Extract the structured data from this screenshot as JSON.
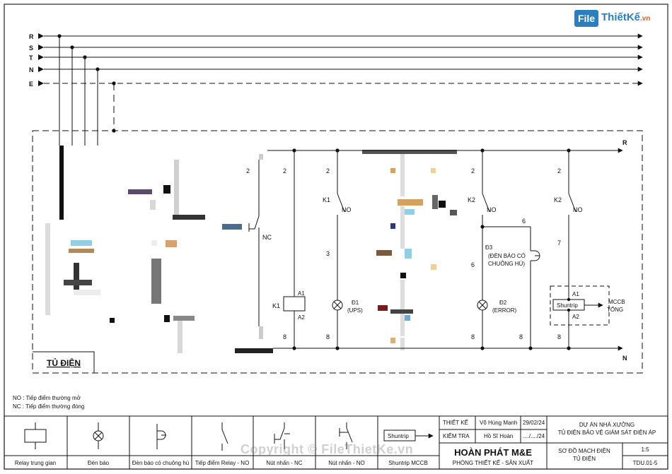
{
  "brand": {
    "logo_mark": "File",
    "name": "ThiếtKế",
    "suffix": ".vn"
  },
  "watermark": "Copyright © FileThietKe.vn",
  "phases": [
    "R",
    "S",
    "T",
    "N",
    "E"
  ],
  "panel": {
    "title": "TỦ ĐIỆN",
    "bus_top": "R",
    "bus_bottom": "N"
  },
  "circuit": {
    "contact_nc_label": "NC",
    "wire_2": "2",
    "wire_3": "3",
    "wire_6": "6",
    "wire_7": "7",
    "wire_8": "8",
    "k1": "K1",
    "k2": "K2",
    "no": "NO",
    "a1": "A1",
    "a2": "A2",
    "d1_name": "Đ1",
    "d1_sub": "(UPS)",
    "d2_name": "Đ2",
    "d2_sub": "(ERROR)",
    "d3_name": "Đ3",
    "d3_l1": "(ĐÈN BÁO CÓ",
    "d3_l2": "CHUÔNG HÚ)",
    "shuntrip": "Shuntrip",
    "mccb_l1": "MCCB",
    "mccb_l2": "TỔNG"
  },
  "notes": [
    "NO : Tiếp điểm thường mở",
    "NC : Tiếp điểm thường đóng"
  ],
  "legend": [
    "Relay trung gian",
    "Đèn báo",
    "Đèn báo có chuông hú",
    "Tiếp điểm Relay - NO",
    "Nút nhấn - NC",
    "Nút nhấn - NO",
    "Shuntrip MCCB"
  ],
  "legend_shuntrip": "Shuntrip",
  "title_block": {
    "design_label": "THIẾT KẾ",
    "design_name": "Võ Hùng Mạnh",
    "design_date": "29/02/24",
    "check_label": "KIỂM TRA",
    "check_name": "Hồ Sĩ Hoàn",
    "check_date": "..../..../24",
    "company": "HOÀN PHÁT M&E",
    "company_sub": "PHÒNG  THIẾT KẾ - SẢN XUẤT",
    "project_l1": "DỰ ÁN NHÀ XƯỞNG",
    "project_l2": "TỦ ĐIỆN BẢO VỆ GIÁM SÁT ĐIỆN ÁP",
    "drawing_l1": "SƠ ĐỒ MẠCH ĐIỆN",
    "drawing_l2": "TỦ ĐIỆN",
    "scale": "1:5",
    "code": "TDU.01-5"
  }
}
